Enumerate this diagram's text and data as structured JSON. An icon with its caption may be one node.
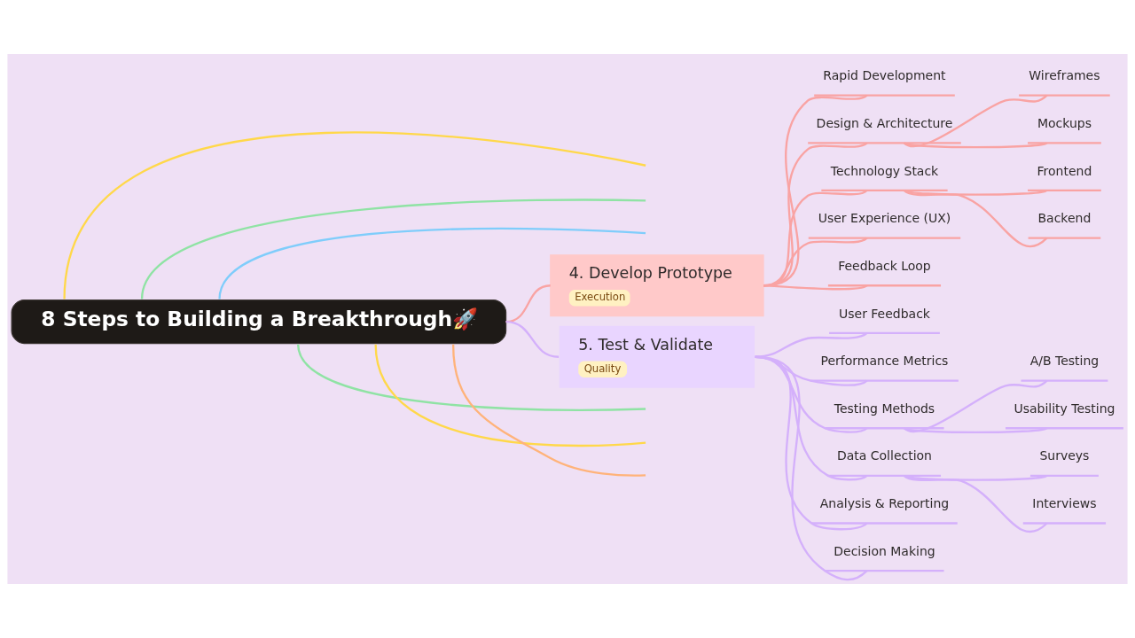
{
  "diagram": {
    "nodes": [
      {
        "text": [
          "8 Steps to Building a Breakthrough🚀"
        ]
      },
      {
        "text": [
          "4. Develop Prototype",
          "Execution"
        ]
      },
      {
        "text": [
          "Rapid Development"
        ]
      },
      {
        "text": [
          "Design & Architecture"
        ]
      },
      {
        "text": [
          "Wireframes"
        ]
      },
      {
        "text": [
          "Mockups"
        ]
      },
      {
        "text": [
          "Technology Stack"
        ]
      },
      {
        "text": [
          "Frontend"
        ]
      },
      {
        "text": [
          "Backend"
        ]
      },
      {
        "text": [
          "User Experience (UX)"
        ]
      },
      {
        "text": [
          "Feedback Loop"
        ]
      },
      {
        "text": [
          "5. Test & Validate",
          "Quality"
        ]
      },
      {
        "text": [
          "User Feedback"
        ]
      },
      {
        "text": [
          "Performance Metrics"
        ]
      },
      {
        "text": [
          "Testing Methods"
        ]
      },
      {
        "text": [
          "A/B Testing"
        ]
      },
      {
        "text": [
          "Usability Testing"
        ]
      },
      {
        "text": [
          "Data Collection"
        ]
      },
      {
        "text": [
          "Surveys"
        ]
      },
      {
        "text": [
          "Interviews"
        ]
      },
      {
        "text": [
          "Analysis & Reporting"
        ]
      },
      {
        "text": [
          "Decision Making"
        ]
      }
    ],
    "edges": [
      {
        "from": 0,
        "to": null,
        "arrow": "none",
        "color": "#ffd84a"
      },
      {
        "from": 0,
        "to": null,
        "arrow": "none",
        "color": "#8fe3a4"
      },
      {
        "from": 0,
        "to": null,
        "arrow": "none",
        "color": "#7fcdfb"
      },
      {
        "from": 0,
        "to": 1,
        "arrow": "none",
        "color": "#f9a3a3"
      },
      {
        "from": 1,
        "to": 2,
        "arrow": "none",
        "color": "#f9a3a3"
      },
      {
        "from": 1,
        "to": 3,
        "arrow": "none",
        "color": "#f9a3a3"
      },
      {
        "from": 3,
        "to": 4,
        "arrow": "none",
        "color": "#f9a3a3"
      },
      {
        "from": 3,
        "to": 5,
        "arrow": "none",
        "color": "#f9a3a3"
      },
      {
        "from": 1,
        "to": 6,
        "arrow": "none",
        "color": "#f9a3a3"
      },
      {
        "from": 6,
        "to": 7,
        "arrow": "none",
        "color": "#f9a3a3"
      },
      {
        "from": 6,
        "to": 8,
        "arrow": "none",
        "color": "#f9a3a3"
      },
      {
        "from": 1,
        "to": 9,
        "arrow": "none",
        "color": "#f9a3a3"
      },
      {
        "from": 1,
        "to": 10,
        "arrow": "none",
        "color": "#f9a3a3"
      },
      {
        "from": 0,
        "to": 11,
        "arrow": "none",
        "color": "#d4b0fb"
      },
      {
        "from": 11,
        "to": 12,
        "arrow": "none",
        "color": "#d4b0fb"
      },
      {
        "from": 11,
        "to": 13,
        "arrow": "none",
        "color": "#d4b0fb"
      },
      {
        "from": 11,
        "to": 14,
        "arrow": "none",
        "color": "#d4b0fb"
      },
      {
        "from": 14,
        "to": 15,
        "arrow": "none",
        "color": "#d4b0fb"
      },
      {
        "from": 14,
        "to": 16,
        "arrow": "none",
        "color": "#d4b0fb"
      },
      {
        "from": 11,
        "to": 17,
        "arrow": "none",
        "color": "#d4b0fb"
      },
      {
        "from": 17,
        "to": 18,
        "arrow": "none",
        "color": "#d4b0fb"
      },
      {
        "from": 17,
        "to": 19,
        "arrow": "none",
        "color": "#d4b0fb"
      },
      {
        "from": 11,
        "to": 20,
        "arrow": "none",
        "color": "#d4b0fb"
      },
      {
        "from": 11,
        "to": 21,
        "arrow": "none",
        "color": "#d4b0fb"
      },
      {
        "from": 0,
        "to": null,
        "arrow": "none",
        "color": "#8fe3a4"
      },
      {
        "from": 0,
        "to": null,
        "arrow": "none",
        "color": "#ffd84a"
      },
      {
        "from": 0,
        "to": null,
        "arrow": "none",
        "color": "#ffb37a"
      }
    ]
  }
}
